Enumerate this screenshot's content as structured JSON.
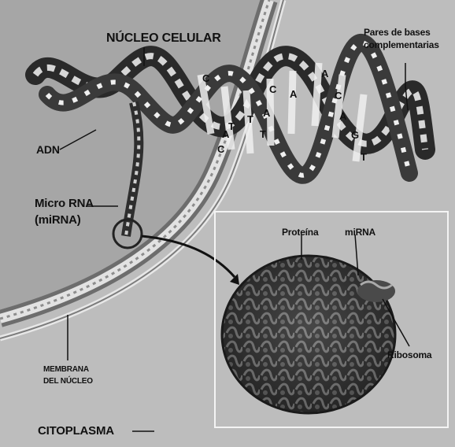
{
  "labels": {
    "nucleus": "NÚCLEO CELULAR",
    "base_pairs_line1": "Pares de bases",
    "base_pairs_line2": "complementarias",
    "dna": "ADN",
    "microrna_line1": "Micro RNA",
    "microrna_line2": "(miRNA)",
    "protein": "Proteína",
    "mirna_inset": "miRNA",
    "ribosome": "Ribosoma",
    "membrane_line1": "MEMBRANA",
    "membrane_line2": "DEL NÚCLEO",
    "cytoplasm": "CITOPLASMA"
  },
  "helix_bases": [
    "C",
    "A",
    "T",
    "C",
    "A",
    "C",
    "T",
    "A",
    "T",
    "A",
    "C",
    "A",
    "G",
    "T"
  ],
  "colors": {
    "background": "#bdbdbd",
    "nucleus_fill": "#a6a6a6",
    "membrane": "#e2e2e2",
    "dna_strand": "#2a2a2a",
    "inset_border": "#f4f4f4"
  }
}
